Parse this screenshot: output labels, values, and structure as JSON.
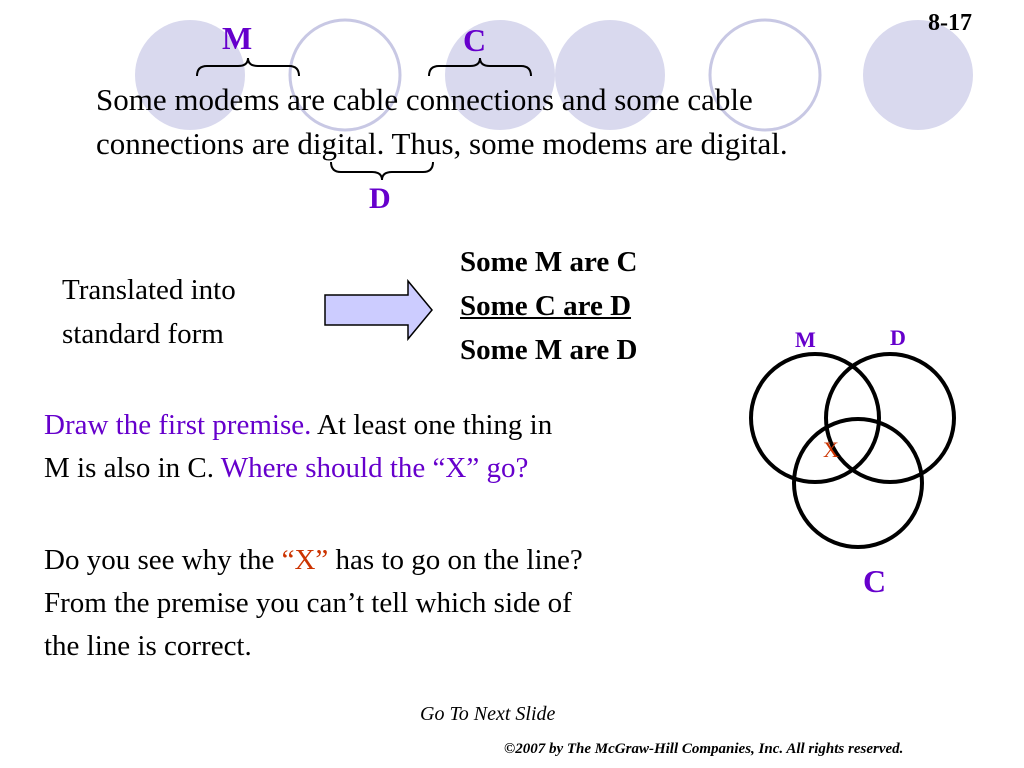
{
  "slide_number": "8-17",
  "labels": {
    "m": "M",
    "c": "C",
    "d": "D"
  },
  "sentence": {
    "line1": "Some modems are cable connections and some cable",
    "line2": "connections are digital.  Thus, some modems are digital."
  },
  "translated": {
    "line1": "Translated into",
    "line2": "standard form"
  },
  "syllogism": {
    "premise1": "Some M are C",
    "premise2": "Some C are D",
    "conclusion": "Some M are D"
  },
  "instruction": {
    "part1": "Draw the first premise.",
    "part2": " At least one thing in",
    "part3": "M is also in C.  ",
    "part4": "Where should the “X” go?"
  },
  "explanation": {
    "part1": "Do you see why the ",
    "part2": "“X”",
    "part3": " has to go on the line?",
    "line2": "From the premise you can’t tell which side of",
    "line3": "the line is correct."
  },
  "venn": {
    "label_m": "M",
    "label_d": "D",
    "label_c": "C",
    "marker": "X"
  },
  "footer": {
    "next": "Go To Next Slide",
    "copyright": "©2007 by The McGraw-Hill Companies, Inc. All rights reserved."
  },
  "colors": {
    "label_purple": "#6600CC",
    "x_orange": "#CC3300",
    "deco_fill": "#D9D9EE",
    "arrow_fill": "#CCCCFF"
  },
  "icons": {
    "arrow": "right-arrow-icon"
  }
}
